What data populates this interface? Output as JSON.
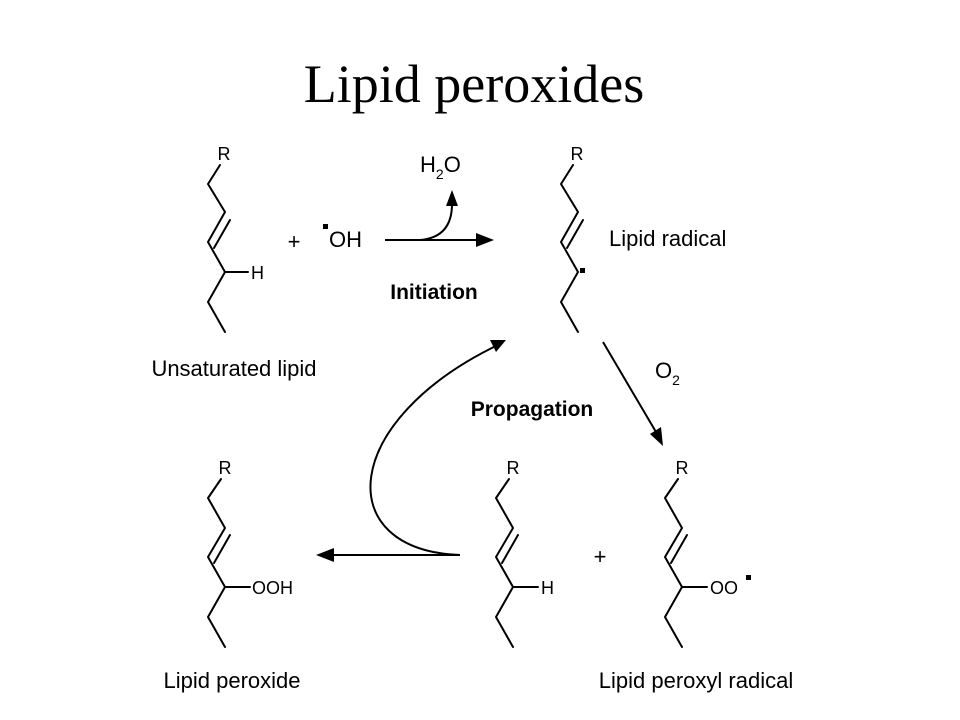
{
  "title": "Lipid peroxides",
  "molecules": {
    "unsaturated_lipid": {
      "label": "Unsaturated lipid",
      "r": "R",
      "h": "H"
    },
    "lipid_radical": {
      "label": "Lipid radical",
      "r": "R"
    },
    "lipid_peroxide": {
      "label": "Lipid peroxide",
      "r": "R",
      "group": "OOH"
    },
    "lipid_middle": {
      "r": "R",
      "h": "H"
    },
    "lipid_peroxyl_radical": {
      "label": "Lipid peroxyl radical",
      "r": "R",
      "group": "OO"
    }
  },
  "reactants": {
    "plus": "+",
    "hydroxyl": "OH",
    "water_main": "H",
    "water_sub": "2",
    "water_end": "O",
    "oxygen_main": "O",
    "oxygen_sub": "2"
  },
  "steps": {
    "initiation": "Initiation",
    "propagation": "Propagation"
  }
}
